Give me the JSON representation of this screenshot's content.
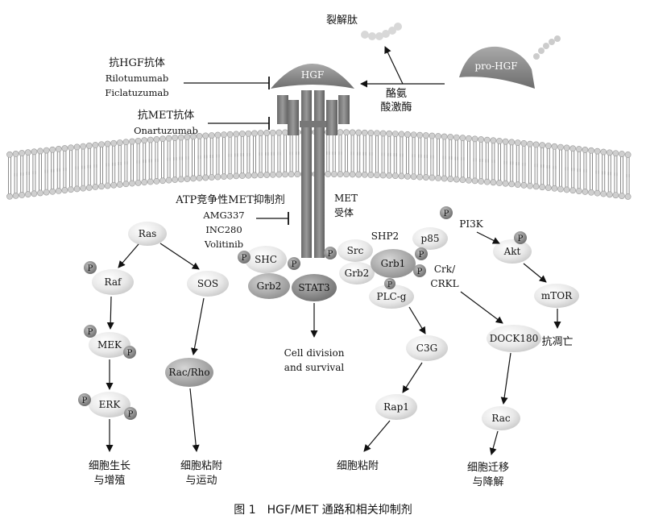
{
  "title": "图 1　HGF/MET 通路和相关抑制剂",
  "ligand": {
    "hgf": "HGF",
    "pro_hgf": "pro-HGF",
    "cleaved": "裂解肽",
    "enzyme_line1": "酪氨",
    "enzyme_line2": "酸激酶"
  },
  "inhibitors": {
    "anti_hgf": {
      "title": "抗HGF抗体",
      "drugs": [
        "Rilotumumab",
        "Ficlatuzumab"
      ]
    },
    "anti_met": {
      "title": "抗MET抗体",
      "drugs": [
        "Onartuzumab"
      ]
    },
    "tki": {
      "title": "ATP竞争性MET抑制剂",
      "drugs": [
        "AMG337",
        "INC280",
        "Volitinib"
      ]
    }
  },
  "receptor": {
    "line1": "MET",
    "line2": "受体"
  },
  "phospho": "P",
  "nodes": {
    "ras": "Ras",
    "raf": "Raf",
    "mek": "MEK",
    "erk": "ERK",
    "sos": "SOS",
    "rac_rho": "Rac/Rho",
    "shc": "SHC",
    "grb2_left": "Grb2",
    "stat3": "STAT3",
    "src": "Src",
    "grb2_right": "Grb2",
    "shp2": "SHP2",
    "p85": "p85",
    "grb1": "Grb1",
    "crk_line1": "Crk/",
    "crk_line2": "CRKL",
    "plc": "PLC-g",
    "c3g": "C3G",
    "rap1": "Rap1",
    "dock180": "DOCK180",
    "rac": "Rac",
    "pi3k": "PI3K",
    "akt": "Akt",
    "mtor": "mTOR"
  },
  "outcomes": {
    "growth": [
      "细胞生长",
      "与增殖"
    ],
    "adhesion_motility": [
      "细胞粘附",
      "与运动"
    ],
    "cell_division": [
      "Cell division",
      "and survival"
    ],
    "adhesion": [
      "细胞粘附"
    ],
    "migration": [
      "细胞迁移",
      "与降解"
    ],
    "anti_apoptosis": [
      "抗凋亡"
    ]
  }
}
